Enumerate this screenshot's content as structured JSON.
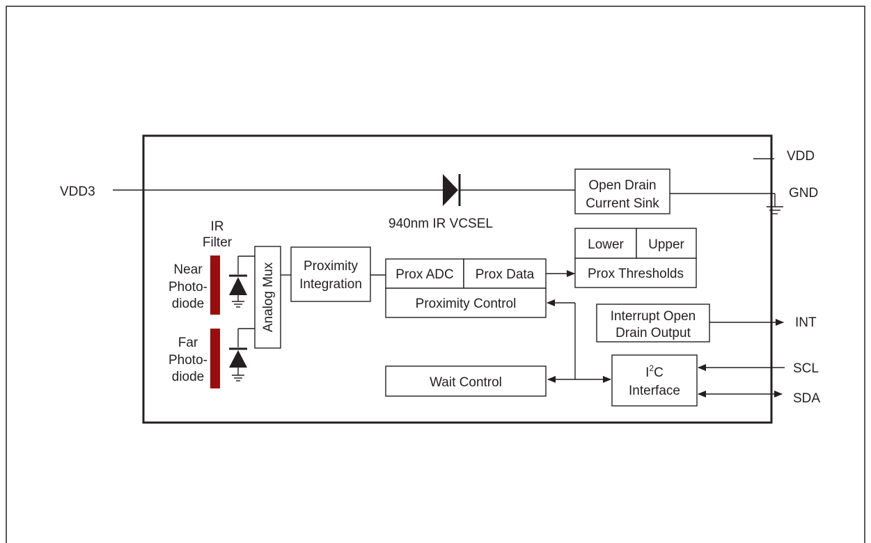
{
  "pins": {
    "vdd": "VDD",
    "vdd3": "VDD3",
    "gnd": "GND",
    "int": "INT",
    "scl": "SCL",
    "sda": "SDA"
  },
  "labels": {
    "vcsel": "940nm IR VCSEL",
    "ir_filter_1": "IR",
    "ir_filter_2": "Filter",
    "near_1": "Near",
    "near_2": "Photo-",
    "near_3": "diode",
    "far_1": "Far",
    "far_2": "Photo-",
    "far_3": "diode"
  },
  "blocks": {
    "open_drain_1": "Open Drain",
    "open_drain_2": "Current Sink",
    "analog_mux": "Analog Mux",
    "prox_integration_1": "Proximity",
    "prox_integration_2": "Integration",
    "prox_adc": "Prox ADC",
    "prox_data": "Prox Data",
    "proximity_control": "Proximity Control",
    "lower": "Lower",
    "upper": "Upper",
    "prox_thresholds": "Prox Thresholds",
    "interrupt_1": "Interrupt Open",
    "interrupt_2": "Drain Output",
    "i2c_prefix": "I",
    "i2c_sup": "2",
    "i2c_suffix": "C",
    "i2c_2": "Interface",
    "wait_control": "Wait Control"
  },
  "colors": {
    "line": "#231f20",
    "ir_filter": "#9b0d0d"
  }
}
